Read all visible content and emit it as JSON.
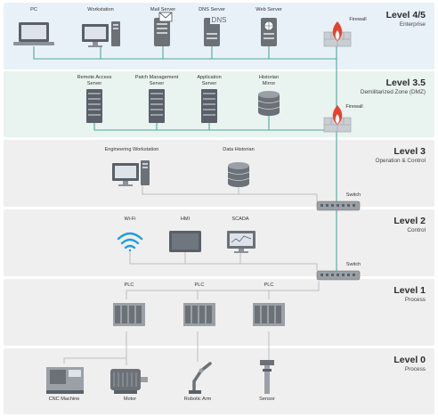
{
  "levels": [
    {
      "id": "l45",
      "title": "Level 4/5",
      "subtitle": "Enterprise"
    },
    {
      "id": "l35",
      "title": "Level 3.5",
      "subtitle": "Demilitarized Zone (DMZ)"
    },
    {
      "id": "l3",
      "title": "Level 3",
      "subtitle": "Operation & Control"
    },
    {
      "id": "l2",
      "title": "Level 2",
      "subtitle": "Control"
    },
    {
      "id": "l1",
      "title": "Level 1",
      "subtitle": "Process"
    },
    {
      "id": "l0",
      "title": "Level 0",
      "subtitle": "Process"
    }
  ],
  "nodes": {
    "pc": "PC",
    "workstation": "Workstation",
    "mail_server": "Mail Server",
    "dns_server": "DNS Server",
    "dns_screen_text": "DNS",
    "web_server": "Web Server",
    "firewall_enterprise": "Firewall",
    "remote_access_line1": "Remote Access",
    "remote_access_line2": "Server",
    "patch_mgmt_line1": "Patch Management",
    "patch_mgmt_line2": "Server",
    "app_server_line1": "Application",
    "app_server_line2": "Server",
    "historian_mirror_line1": "Historian",
    "historian_mirror_line2": "Mirror",
    "firewall_dmz": "Firewall",
    "engineering_workstation": "Engineering Workstation",
    "data_historian": "Data Historian",
    "switch_l3": "Switch",
    "wifi": "Wi-Fi",
    "hmi": "HMI",
    "scada": "SCADA",
    "switch_l2": "Switch",
    "plc1": "PLC",
    "plc2": "PLC",
    "plc3": "PLC",
    "cnc_machine": "CNC Machine",
    "motor": "Motor",
    "robotic_arm": "Robotic Arm",
    "sensor": "Sensor"
  },
  "colors": {
    "band_enterprise": "#e9f1f8",
    "band_dmz": "#e9f3ef",
    "band_other": "#efefef",
    "link": "#4fa79a",
    "link_grey": "#bcbcbc",
    "device_dark": "#5a6068",
    "device_light": "#9aa0a6",
    "firewall_flame": "#e4432f"
  }
}
